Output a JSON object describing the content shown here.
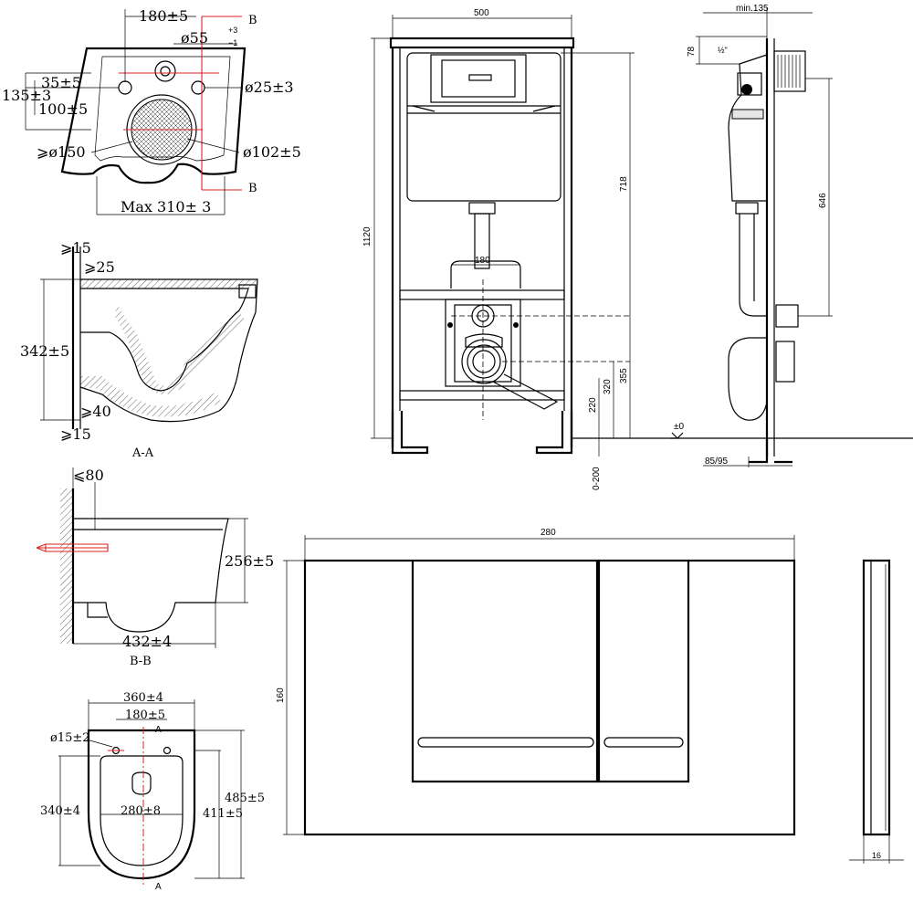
{
  "top_view": {
    "dim_hole_spacing": "180±5",
    "dim_supply": "ø55",
    "dim_supply_tol_upper": "+3",
    "dim_supply_tol_lower": "−1",
    "dim_35": "35±5",
    "dim_135": "135±3",
    "dim_100": "100±5",
    "dim_bolt_hole": "ø25±3",
    "dim_outlet_min": "⩾ø150",
    "dim_outlet": "ø102±5",
    "dim_max_width": "Max 310± 3",
    "section_b_top": "B",
    "section_b_bottom": "B"
  },
  "section_aa": {
    "dim_top_gap": "⩾15",
    "dim_top_25": "⩾25",
    "dim_height": "342±5",
    "dim_bottom_40": "⩾40",
    "dim_bottom_gap": "⩾15",
    "label": "A-A"
  },
  "section_bb": {
    "dim_wall": "⩽80",
    "dim_height": "256±5",
    "dim_depth": "432±4",
    "label": "B-B"
  },
  "plan_view": {
    "dim_width": "360±4",
    "dim_hole_spacing": "180±5",
    "dim_hole": "ø15±2",
    "dim_340": "340±4",
    "dim_280": "280±8",
    "dim_411": "411±5",
    "dim_485": "485±5",
    "section_a_top": "A",
    "section_a_bottom": "A"
  },
  "frame_front": {
    "dim_width": "500",
    "dim_height": "1120",
    "dim_718": "718",
    "dim_180": "180",
    "dim_355": "355",
    "dim_320": "320",
    "dim_220": "220",
    "dim_leg": "0-200"
  },
  "frame_side": {
    "dim_min135": "min.135",
    "dim_78": "78",
    "dim_thread": "½\"",
    "dim_646": "646",
    "dim_zero": "±0",
    "dim_8595": "85/95"
  },
  "flush_plate": {
    "dim_width": "280",
    "dim_height": "160",
    "dim_depth": "16"
  }
}
